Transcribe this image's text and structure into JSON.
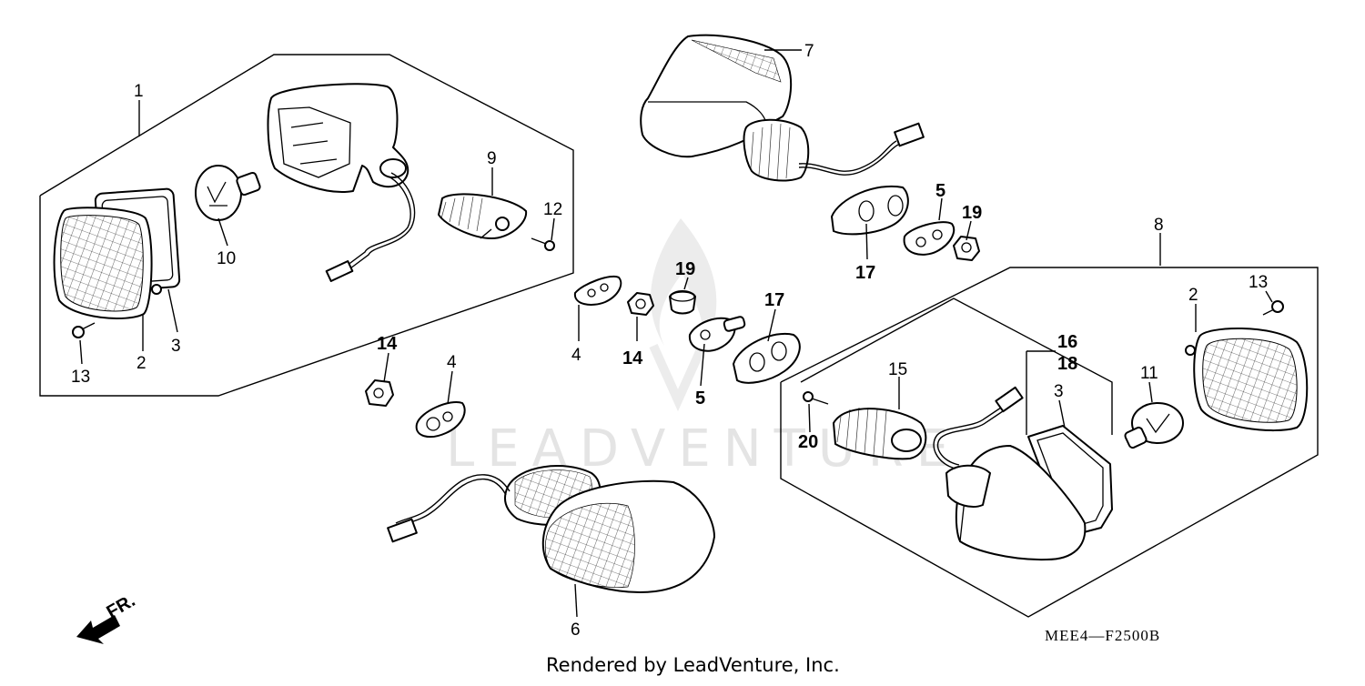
{
  "diagram_code": "MEE4—F2500B",
  "credit": "Rendered by LeadVenture, Inc.",
  "watermark": "LEADVENTURE",
  "direction_label": "FR.",
  "callouts": {
    "c1": "1",
    "c2a": "2",
    "c3a": "3",
    "c10": "10",
    "c13a": "13",
    "c9": "9",
    "c12": "12",
    "c7": "7",
    "c5a": "5",
    "c19a": "19",
    "c17a": "17",
    "c8": "8",
    "c4a": "4",
    "c14a": "14",
    "c19b": "19",
    "c17b": "17",
    "c5b": "5",
    "c14b": "14",
    "c4b": "4",
    "c6": "6",
    "c13b": "13",
    "c2b": "2",
    "c16": "16",
    "c18": "18",
    "c15": "15",
    "c3b": "3",
    "c11": "11",
    "c20": "20"
  }
}
